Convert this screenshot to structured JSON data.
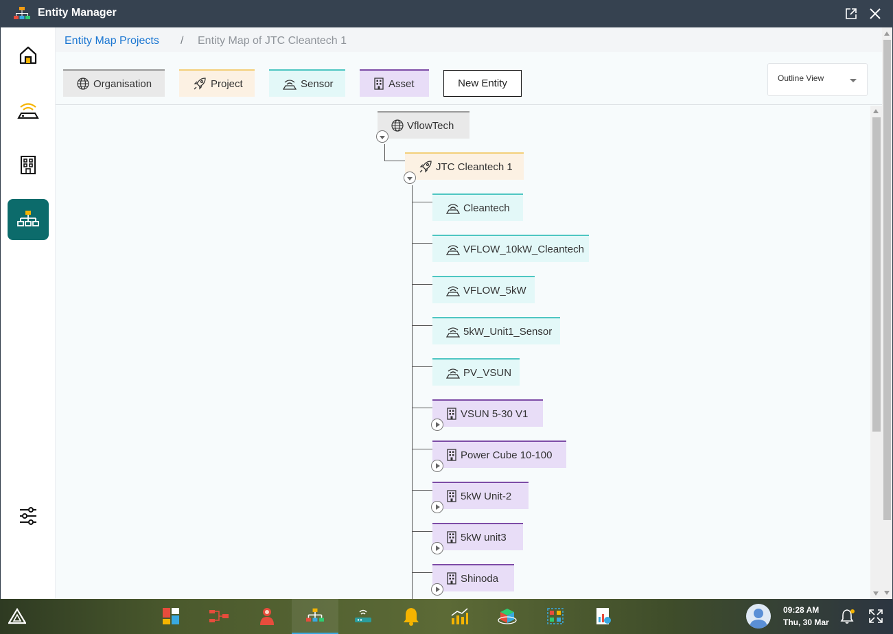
{
  "window": {
    "title": "Entity Manager",
    "icons": {
      "app": "sitemap-icon",
      "popout": "popout-icon",
      "close": "close-icon"
    }
  },
  "sidebar": {
    "items": [
      {
        "icon": "home-icon",
        "active": false
      },
      {
        "icon": "sensor-icon",
        "active": false
      },
      {
        "icon": "building-icon",
        "active": false
      },
      {
        "icon": "sitemap-icon",
        "active": true
      },
      {
        "icon": "sliders-icon",
        "active": false
      }
    ]
  },
  "breadcrumb": {
    "items": [
      "Entity Map Projects",
      "Entity Map of JTC Cleantech 1"
    ],
    "separator": "/"
  },
  "toolbar": {
    "legend": [
      {
        "label": "Organisation",
        "type": "organisation",
        "icon": "globe-icon"
      },
      {
        "label": "Project",
        "type": "project",
        "icon": "rocket-icon"
      },
      {
        "label": "Sensor",
        "type": "sensor",
        "icon": "sensor-icon"
      },
      {
        "label": "Asset",
        "type": "asset",
        "icon": "building-icon"
      }
    ],
    "new_entity_label": "New Entity",
    "view_select": {
      "value": "Outline View"
    }
  },
  "tree": {
    "root": {
      "label": "VflowTech",
      "type": "organisation",
      "expanded": true
    },
    "project": {
      "label": "JTC Cleantech 1",
      "type": "project",
      "expanded": true
    },
    "children": [
      {
        "label": "Cleantech",
        "type": "sensor"
      },
      {
        "label": "VFLOW_10kW_Cleantech",
        "type": "sensor"
      },
      {
        "label": "VFLOW_5kW",
        "type": "sensor"
      },
      {
        "label": "5kW_Unit1_Sensor",
        "type": "sensor"
      },
      {
        "label": "PV_VSUN",
        "type": "sensor"
      },
      {
        "label": "VSUN 5-30 V1",
        "type": "asset",
        "expanded": false
      },
      {
        "label": "Power Cube 10-100",
        "type": "asset",
        "expanded": false
      },
      {
        "label": "5kW Unit-2",
        "type": "asset",
        "expanded": false
      },
      {
        "label": "5kW unit3",
        "type": "asset",
        "expanded": false
      },
      {
        "label": "Shinoda",
        "type": "asset",
        "expanded": false
      }
    ]
  },
  "colors": {
    "organisation_bg": "#e9e9e9",
    "project_bg": "#fcf1e3",
    "sensor_bg": "#e3f8f8",
    "asset_bg": "#e8ddf7",
    "active_nav": "#0c6b6b",
    "link": "#1a76d2"
  },
  "taskbar": {
    "apps": [
      "dashboard-icon",
      "flow-icon",
      "user-icon",
      "sitemap-icon",
      "router-icon",
      "bell-icon",
      "analytics-icon",
      "cube-icon",
      "diagram-icon",
      "report-icon"
    ],
    "active_app": "sitemap-icon",
    "time": "09:28 AM",
    "date": "Thu, 30 Mar",
    "icons": {
      "notifications": "bell-icon",
      "expand": "expand-icon",
      "avatar": "avatar-icon"
    }
  }
}
